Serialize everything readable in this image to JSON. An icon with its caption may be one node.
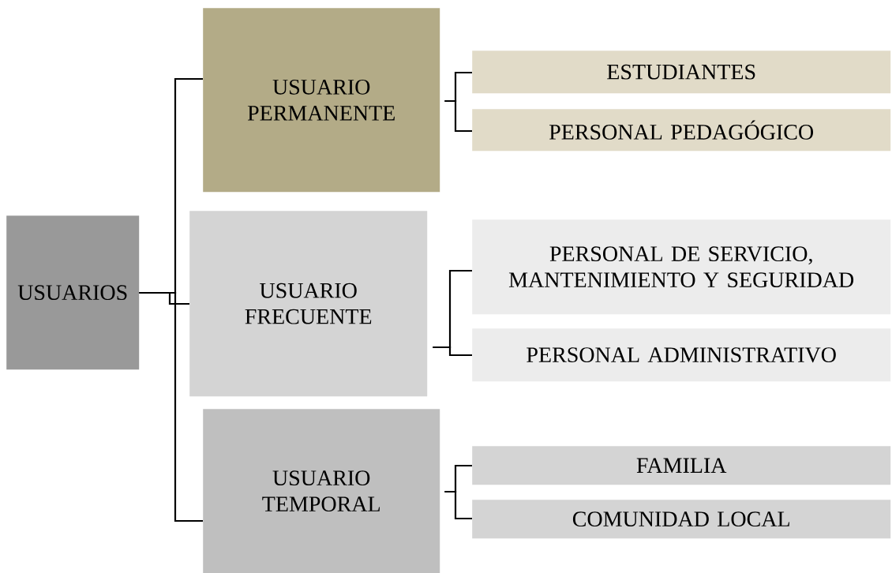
{
  "diagram": {
    "nodes": [
      {
        "text": [
          "USUARIOS"
        ]
      },
      {
        "text": [
          "USUARIO PERMANENTE"
        ]
      },
      {
        "text": [
          "ESTUDIANTES"
        ]
      },
      {
        "text": [
          "PERSONAL PEDAGÓGICO"
        ]
      },
      {
        "text": [
          "USUARIO FRECUENTE"
        ]
      },
      {
        "text": [
          "PERSONAL DE SERVICIO, MANTENIMIENTO Y SEGURIDAD"
        ]
      },
      {
        "text": [
          "PERSONAL ADMINISTRATIVO"
        ]
      },
      {
        "text": [
          "USUARIO TEMPORAL"
        ]
      },
      {
        "text": [
          "FAMILIA"
        ]
      },
      {
        "text": [
          "COMUNIDAD LOCAL"
        ]
      }
    ],
    "edges": [
      {
        "from": 0,
        "to": 1,
        "arrow": "none"
      },
      {
        "from": 0,
        "to": 4,
        "arrow": "none"
      },
      {
        "from": 0,
        "to": 7,
        "arrow": "none"
      },
      {
        "from": 1,
        "to": 2,
        "arrow": "none"
      },
      {
        "from": 1,
        "to": 3,
        "arrow": "none"
      },
      {
        "from": 4,
        "to": 5,
        "arrow": "none"
      },
      {
        "from": 4,
        "to": 6,
        "arrow": "none"
      },
      {
        "from": 7,
        "to": 8,
        "arrow": "none"
      },
      {
        "from": 7,
        "to": 9,
        "arrow": "none"
      }
    ]
  }
}
